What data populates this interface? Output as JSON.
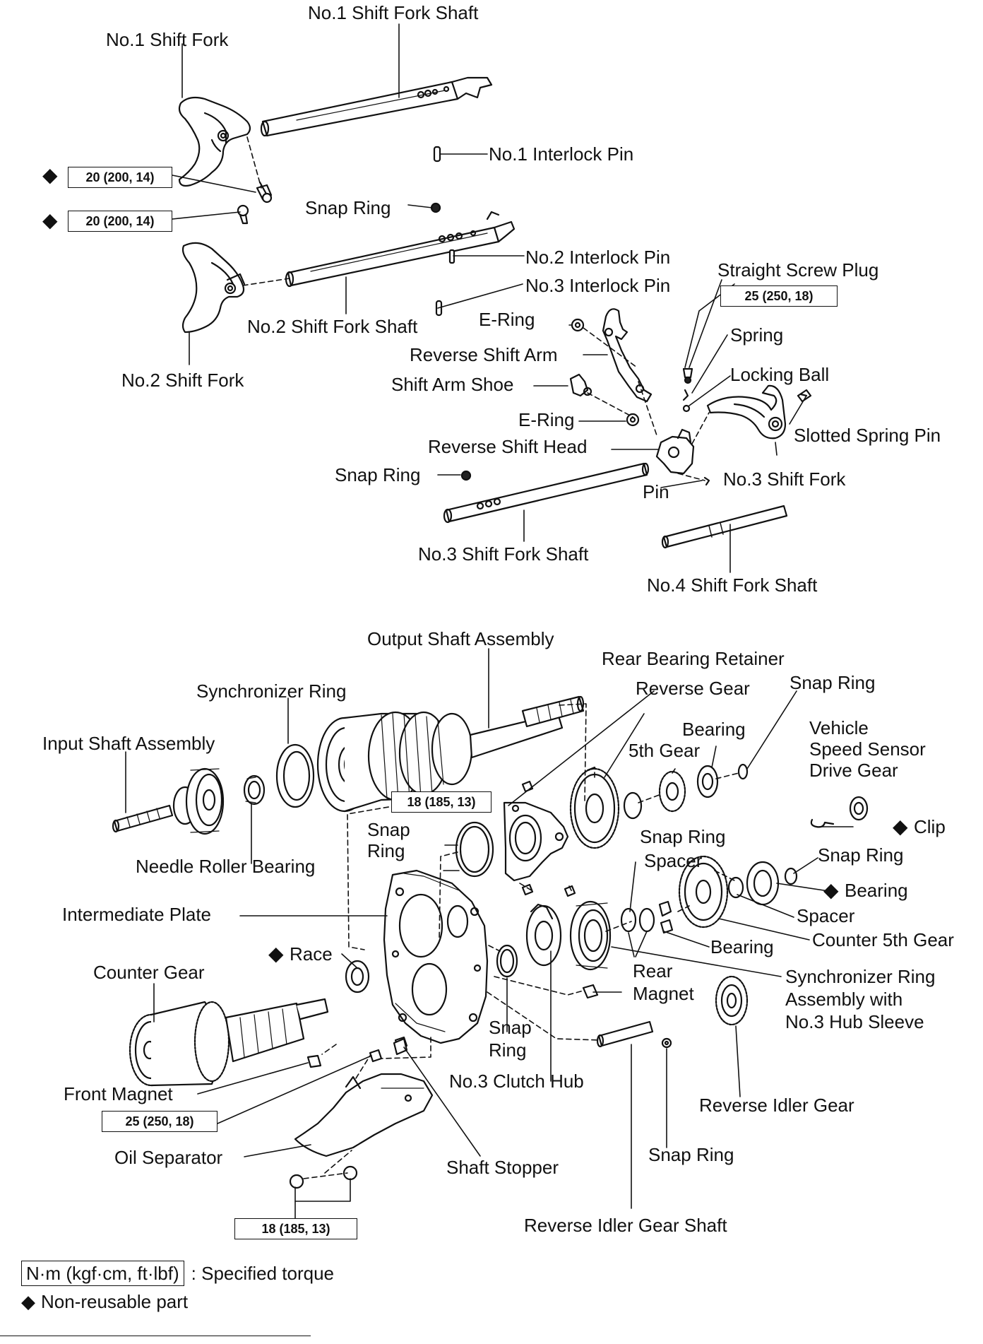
{
  "labels": {
    "no1_shift_fork_shaft": "No.1 Shift Fork Shaft",
    "no1_shift_fork": "No.1 Shift Fork",
    "no1_interlock_pin": "No.1 Interlock Pin",
    "snap_ring_1": "Snap Ring",
    "no2_interlock_pin": "No.2 Interlock Pin",
    "no3_interlock_pin": "No.3 Interlock Pin",
    "straight_screw_plug": "Straight Screw Plug",
    "no2_shift_fork_shaft": "No.2 Shift Fork Shaft",
    "e_ring_1": "E-Ring",
    "spring": "Spring",
    "reverse_shift_arm": "Reverse Shift Arm",
    "locking_ball": "Locking Ball",
    "no2_shift_fork": "No.2 Shift Fork",
    "shift_arm_shoe": "Shift Arm Shoe",
    "e_ring_2": "E-Ring",
    "slotted_spring_pin": "Slotted Spring Pin",
    "reverse_shift_head": "Reverse Shift Head",
    "snap_ring_2": "Snap Ring",
    "no3_shift_fork": "No.3 Shift Fork",
    "pin": "Pin",
    "no3_shift_fork_shaft": "No.3 Shift Fork Shaft",
    "no4_shift_fork_shaft": "No.4 Shift Fork Shaft",
    "output_shaft_assembly": "Output Shaft Assembly",
    "rear_bearing_retainer": "Rear Bearing Retainer",
    "synchronizer_ring": "Synchronizer Ring",
    "reverse_gear": "Reverse Gear",
    "snap_ring_3": "Snap Ring",
    "bearing_1": "Bearing",
    "vehicle_speed_1": "Vehicle",
    "vehicle_speed_2": "Speed Sensor",
    "vehicle_speed_3": "Drive Gear",
    "input_shaft_assembly": "Input Shaft Assembly",
    "fifth_gear": "5th Gear",
    "snap_ring_4a": "Snap",
    "snap_ring_4b": "Ring",
    "snap_ring_5": "Snap Ring",
    "clip": "Clip",
    "spacer_1": "Spacer",
    "snap_ring_6": "Snap Ring",
    "needle_roller_bearing": "Needle Roller Bearing",
    "bearing_2": "Bearing",
    "intermediate_plate": "Intermediate Plate",
    "spacer_2": "Spacer",
    "counter_5th_gear": "Counter 5th Gear",
    "race": "Race",
    "bearing_3": "Bearing",
    "counter_gear": "Counter Gear",
    "rear_1": "Rear",
    "magnet_1": "Magnet",
    "sync_ring_assy_1": "Synchronizer Ring",
    "sync_ring_assy_2": "Assembly with",
    "sync_ring_assy_3": "No.3 Hub Sleeve",
    "snap_ring_7a": "Snap",
    "snap_ring_7b": "Ring",
    "no3_clutch_hub": "No.3 Clutch Hub",
    "front_magnet": "Front Magnet",
    "reverse_idler_gear": "Reverse Idler Gear",
    "oil_separator": "Oil Separator",
    "shaft_stopper": "Shaft Stopper",
    "snap_ring_8": "Snap Ring",
    "reverse_idler_gear_shaft": "Reverse Idler Gear Shaft"
  },
  "torques": {
    "t1": "20 (200, 14)",
    "t2": "20 (200, 14)",
    "t3": "25 (250, 18)",
    "t4": "18 (185, 13)",
    "t5": "25 (250, 18)",
    "t6": "18 (185, 13)"
  },
  "legend": {
    "unit_box": "N·m (kgf·cm, ft·lbf)",
    "unit_text": ": Specified torque",
    "nonreusable_text": "Non-reusable part"
  },
  "symbols": {
    "diamond": "◆"
  }
}
